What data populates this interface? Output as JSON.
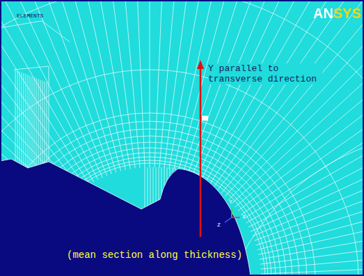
{
  "diagram": {
    "labels": [
      "ELEMENTS",
      "ANSYS",
      "Y parallel to transverse direction",
      "Y",
      "Z",
      "X",
      "(mean section along thickness)"
    ]
  }
}
